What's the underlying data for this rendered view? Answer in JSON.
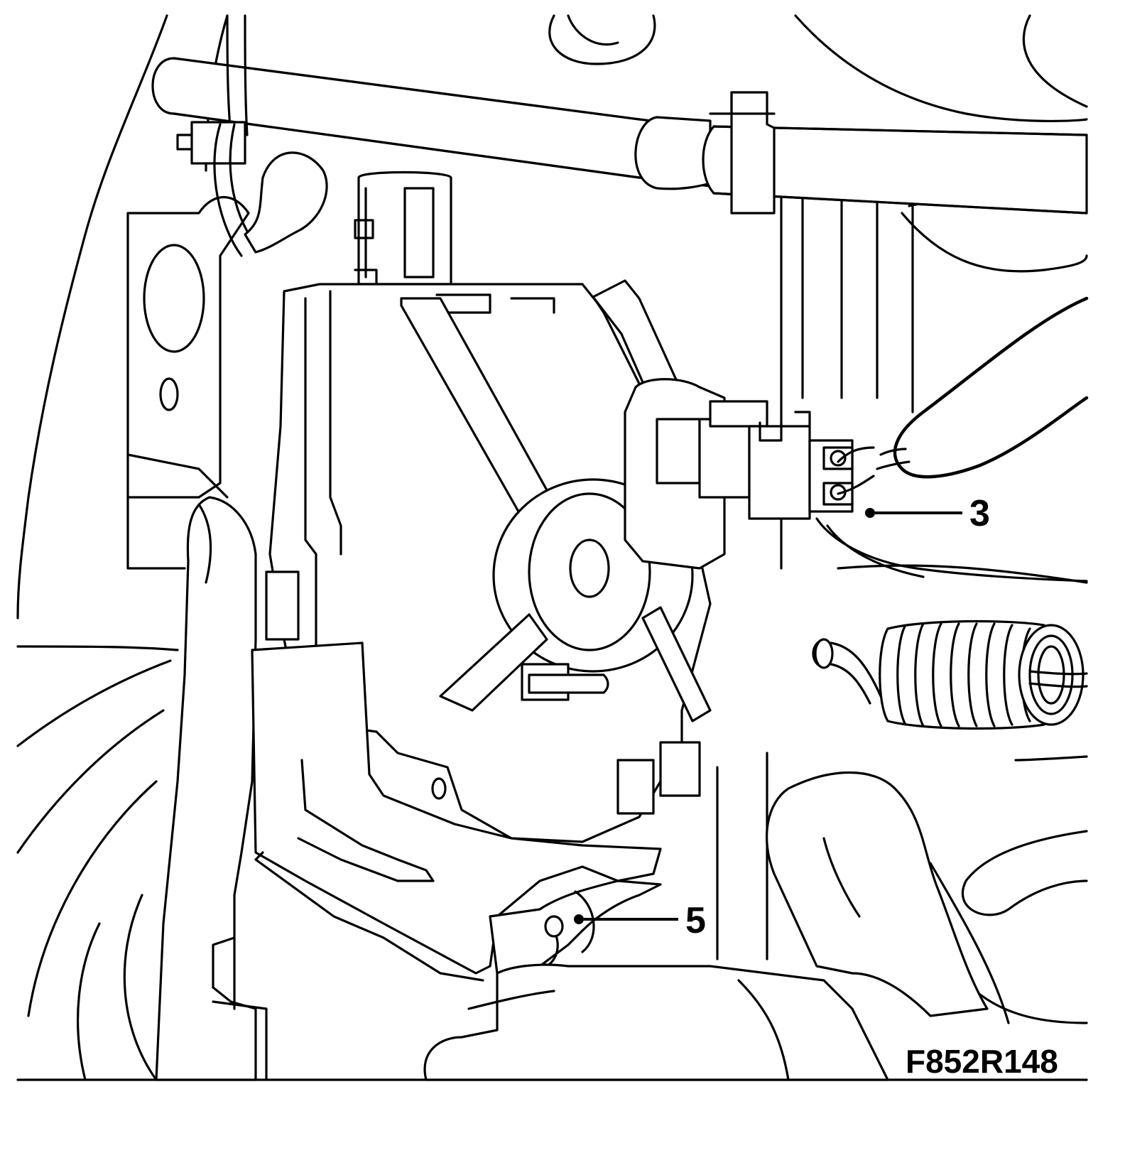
{
  "figure": {
    "code": "F852R148",
    "callouts": [
      {
        "id": "3",
        "label": "3"
      },
      {
        "id": "5",
        "label": "5"
      }
    ]
  }
}
